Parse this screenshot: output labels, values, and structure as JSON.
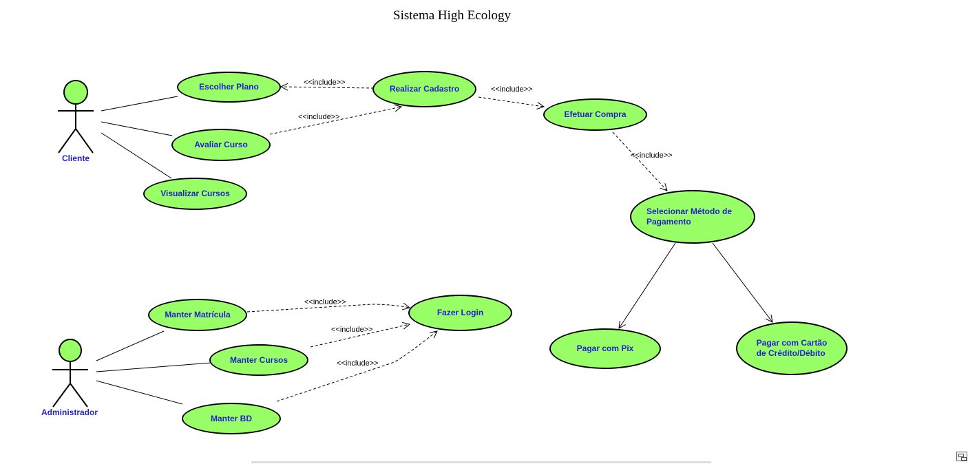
{
  "diagram": {
    "title": "Sistema High Ecology",
    "actors": [
      {
        "id": "cliente",
        "label": "Cliente"
      },
      {
        "id": "administrador",
        "label": "Administrador"
      }
    ],
    "use_cases": [
      {
        "id": "escolher_plano",
        "label": "Escolher Plano"
      },
      {
        "id": "realizar_cadastro",
        "label": "Realizar Cadastro"
      },
      {
        "id": "efetuar_compra",
        "label": "Efetuar Compra"
      },
      {
        "id": "avaliar_curso",
        "label": "Avaliar Curso"
      },
      {
        "id": "visualizar_cursos",
        "label": "Visualizar Cursos"
      },
      {
        "id": "selecionar_metodo",
        "label": "Selecionar Método de\nPagamento"
      },
      {
        "id": "pagar_pix",
        "label": "Pagar com Pix"
      },
      {
        "id": "pagar_cartao",
        "label": "Pagar com Cartão\nde Crédito/Débito"
      },
      {
        "id": "manter_matricula",
        "label": "Manter Matrícula"
      },
      {
        "id": "fazer_login",
        "label": "Fazer Login"
      },
      {
        "id": "manter_cursos",
        "label": "Manter Cursos"
      },
      {
        "id": "manter_bd",
        "label": "Manter BD"
      }
    ],
    "relations": [
      {
        "from": "realizar_cadastro",
        "to": "escolher_plano",
        "label": "<<include>>"
      },
      {
        "from": "avaliar_curso",
        "to": "realizar_cadastro",
        "label": "<<include>>"
      },
      {
        "from": "realizar_cadastro",
        "to": "efetuar_compra",
        "label": "<<include>>"
      },
      {
        "from": "efetuar_compra",
        "to": "selecionar_metodo",
        "label": "<<include>>"
      },
      {
        "from": "manter_matricula",
        "to": "fazer_login",
        "label": "<<include>>"
      },
      {
        "from": "manter_cursos",
        "to": "fazer_login",
        "label": "<<include>>"
      },
      {
        "from": "manter_bd",
        "to": "fazer_login",
        "label": "<<include>>"
      }
    ],
    "colors": {
      "use_case_fill": "#99ff66",
      "label_text": "#2222cc",
      "stroke": "#000000"
    }
  }
}
